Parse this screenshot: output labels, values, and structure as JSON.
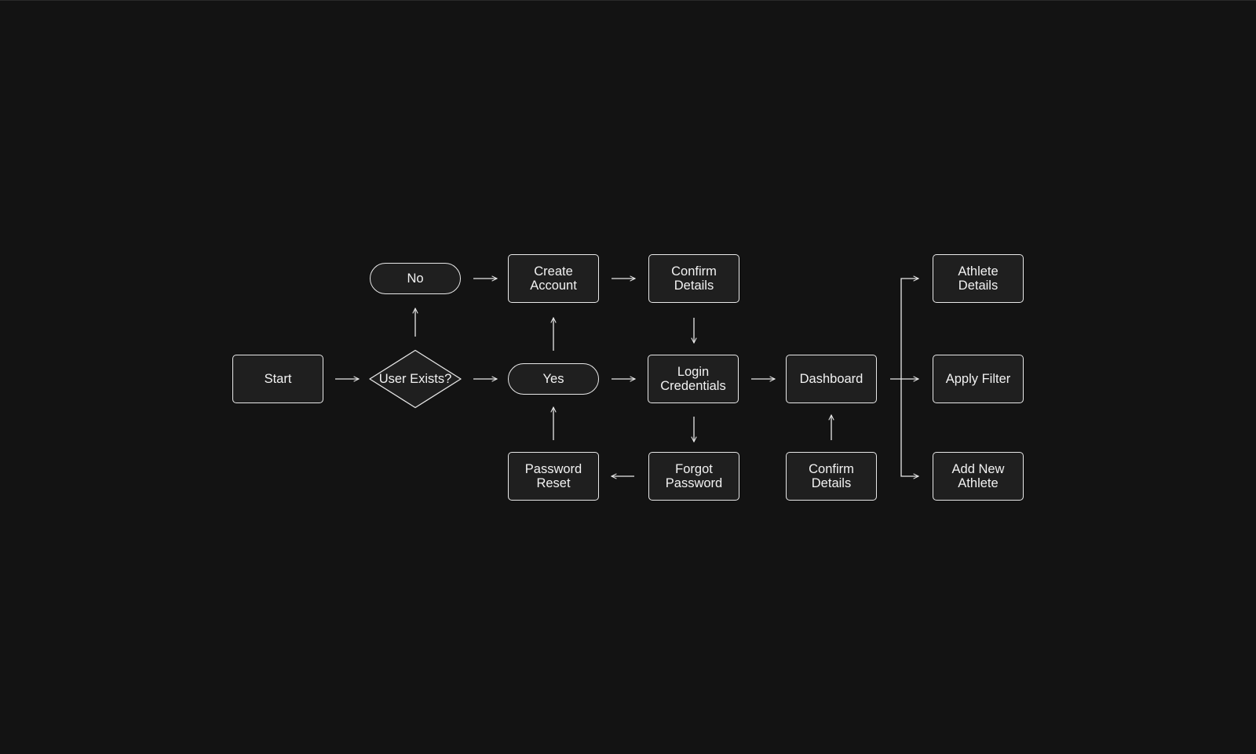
{
  "colors": {
    "background": "#131313",
    "node_fill": "#1f1f1f",
    "stroke": "#e8e8e8",
    "text": "#f2f2f2"
  },
  "nodes": {
    "start": "Start",
    "user_exists": "User Exists?",
    "no": "No",
    "yes": "Yes",
    "create_account": "Create\nAccount",
    "confirm_details_top": "Confirm\nDetails",
    "login_credentials": "Login\nCredentials",
    "forgot_password": "Forgot\nPassword",
    "password_reset": "Password\nReset",
    "dashboard": "Dashboard",
    "confirm_details_bottom": "Confirm\nDetails",
    "athlete_details": "Athlete\nDetails",
    "apply_filter": "Apply Filter",
    "add_new_athlete": "Add New\nAthlete"
  }
}
